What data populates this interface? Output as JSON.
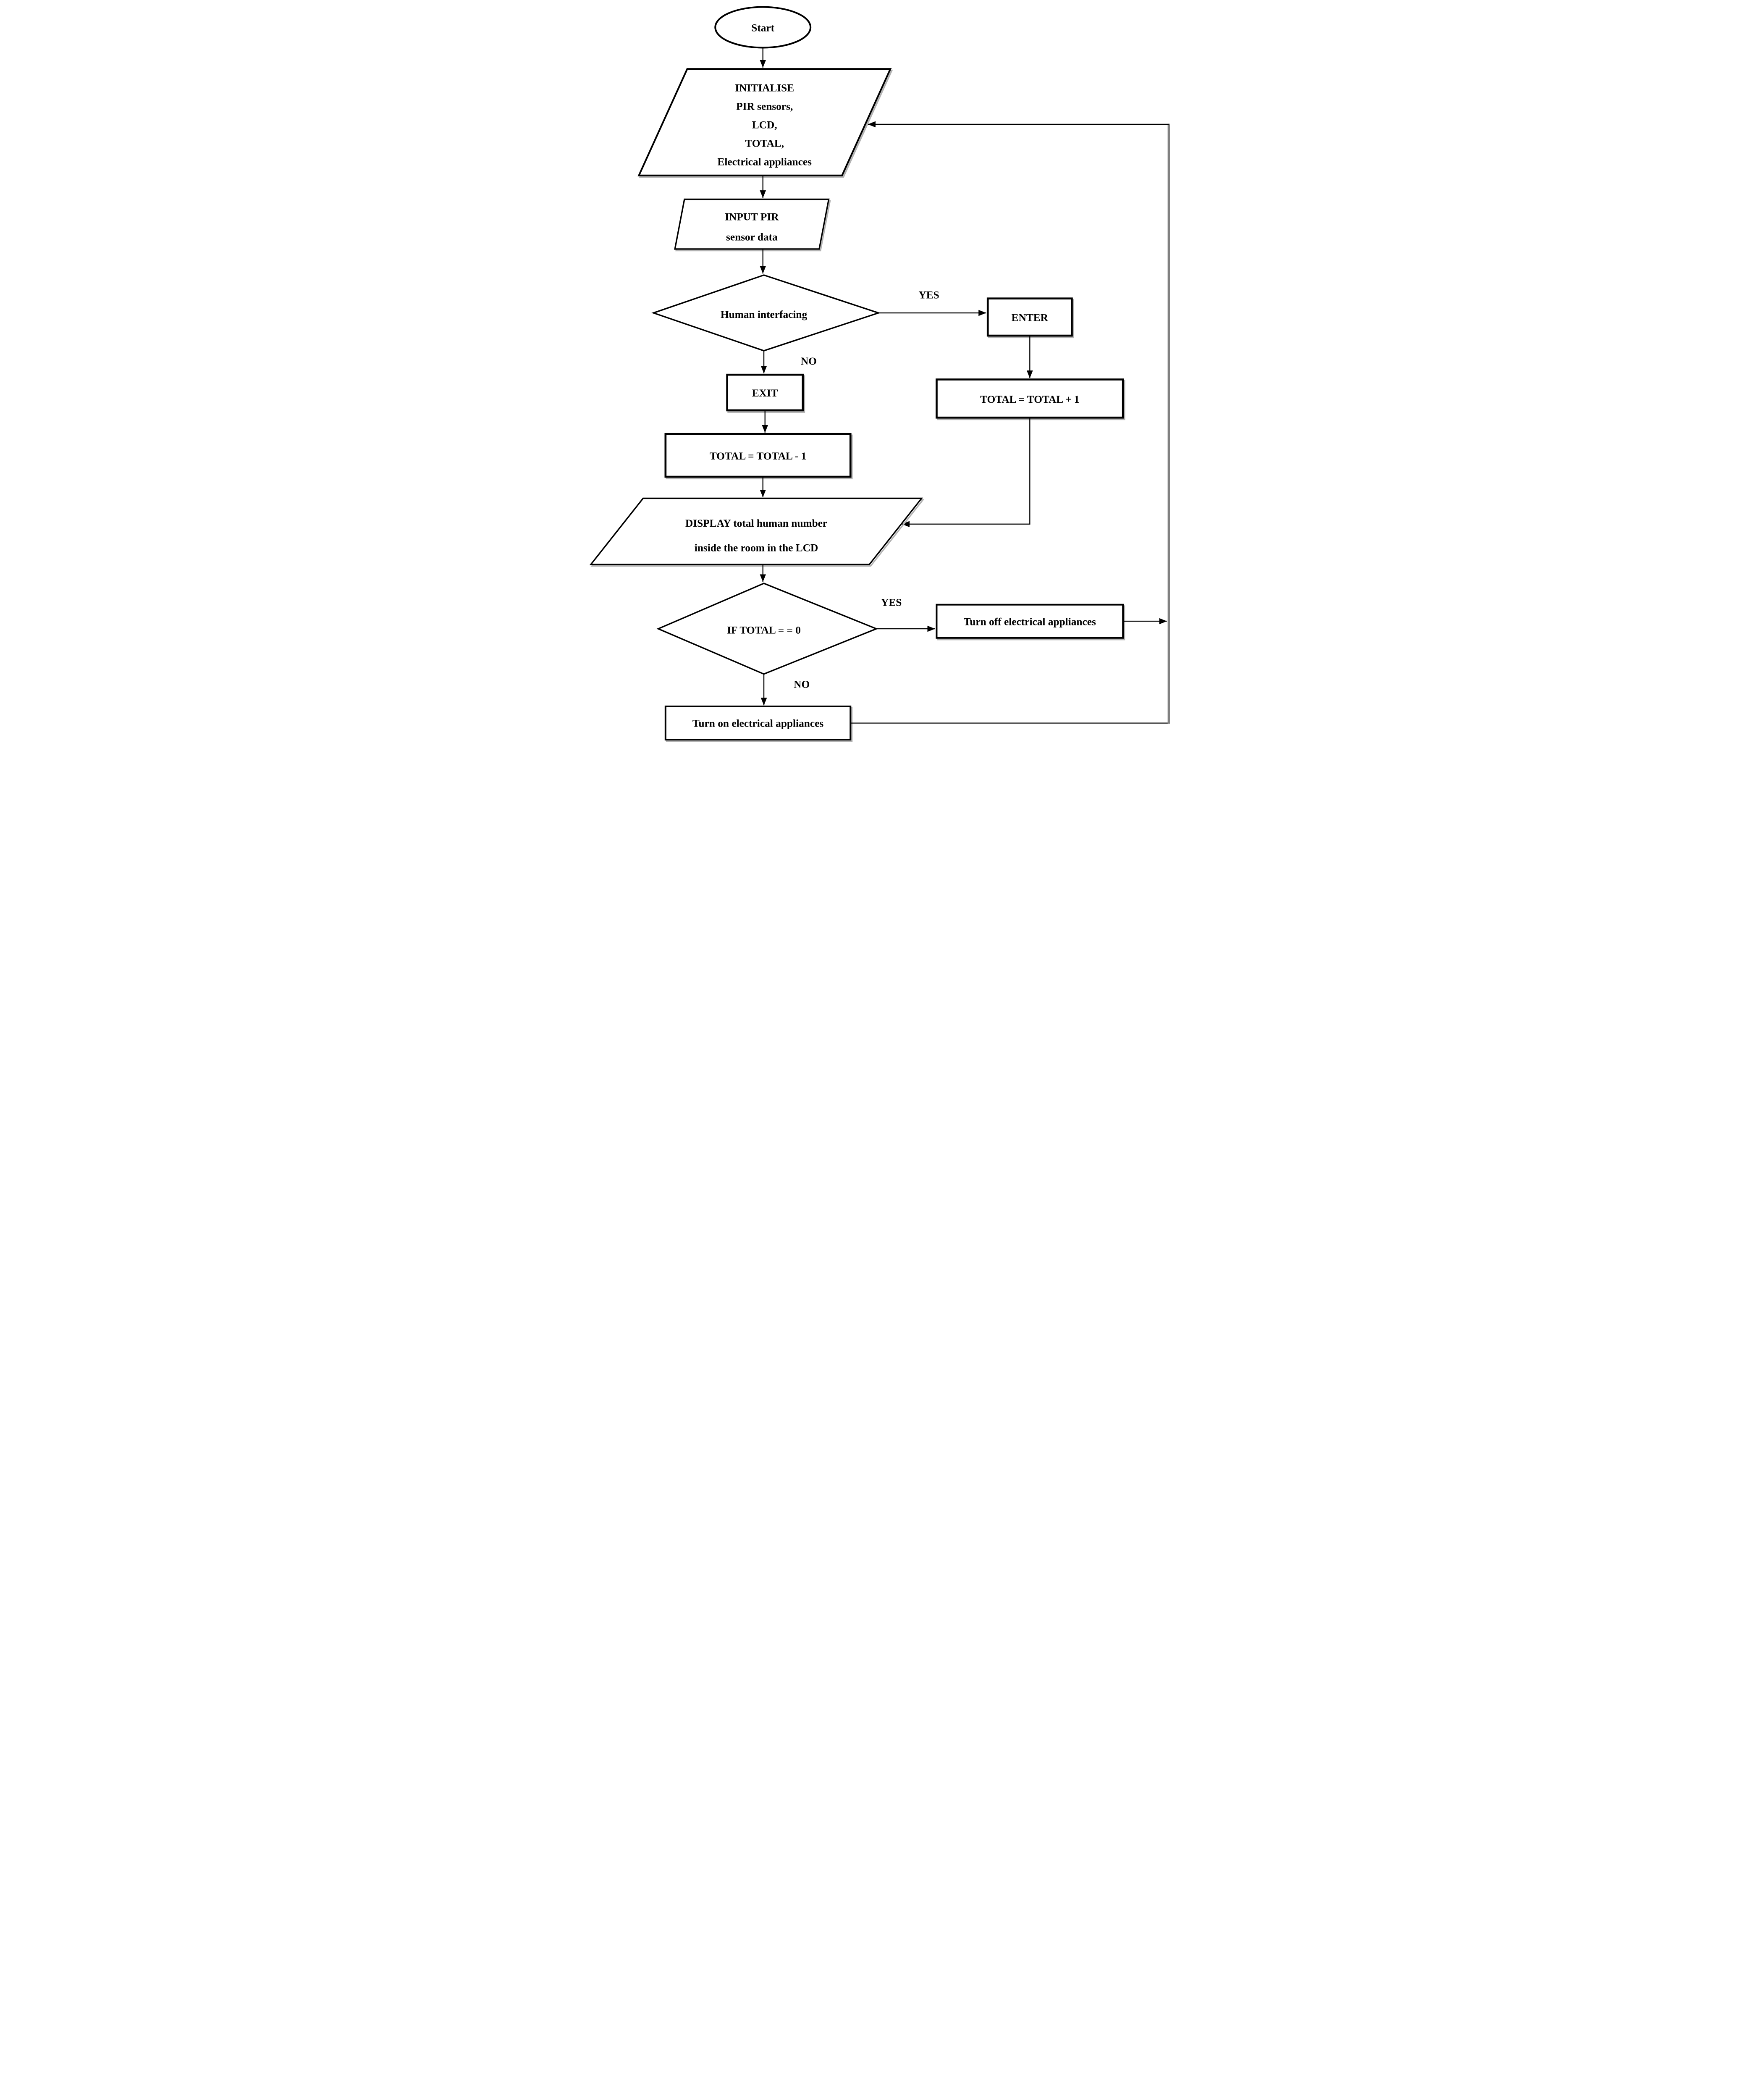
{
  "flowchart": {
    "nodes": {
      "start": {
        "type": "terminator",
        "label": "Start"
      },
      "initialise": {
        "type": "io-parallelogram",
        "lines": [
          "INITIALISE",
          "PIR sensors,",
          "LCD,",
          "TOTAL,",
          "Electrical appliances"
        ]
      },
      "input_pir": {
        "type": "io-parallelogram",
        "lines": [
          "INPUT PIR",
          "sensor data"
        ]
      },
      "human_interfacing": {
        "type": "decision",
        "label": "Human interfacing"
      },
      "enter": {
        "type": "process",
        "label": "ENTER"
      },
      "total_plus": {
        "type": "process",
        "label": "TOTAL = TOTAL + 1"
      },
      "exit": {
        "type": "process",
        "label": "EXIT"
      },
      "total_minus": {
        "type": "process",
        "label": "TOTAL = TOTAL - 1"
      },
      "display": {
        "type": "io-parallelogram",
        "lines": [
          "DISPLAY total human number",
          "inside the room in the LCD"
        ]
      },
      "if_total_zero": {
        "type": "decision",
        "label": "IF TOTAL = = 0"
      },
      "turn_off": {
        "type": "process",
        "label": "Turn off electrical appliances"
      },
      "turn_on": {
        "type": "process",
        "label": "Turn on electrical appliances"
      }
    },
    "edge_labels": {
      "yes_upper": "YES",
      "no_upper": "NO",
      "yes_lower": "YES",
      "no_lower": "NO"
    },
    "colors": {
      "line": "#000000",
      "shadow": "#b3b3b3",
      "feedback": "#808080",
      "background": "#ffffff",
      "text": "#000000"
    }
  }
}
